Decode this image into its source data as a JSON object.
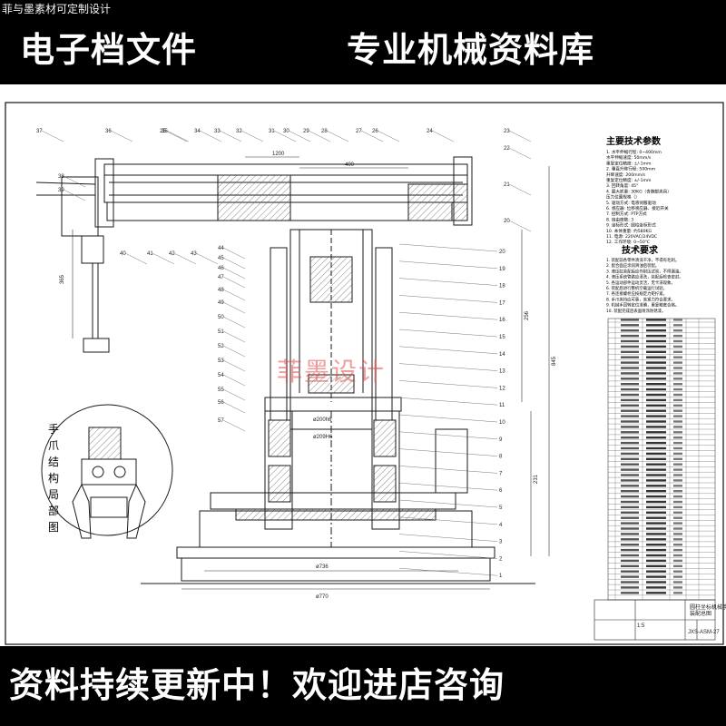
{
  "watermark_top": "菲与墨素材可定制设计",
  "banner_title_left": "电子档文件",
  "banner_title_right": "专业机械资料库",
  "banner_bottom": "资料持续更新中！欢迎进店咨询",
  "center_watermark": "菲墨设计",
  "spec_title": "主要技术参数",
  "req_title": "技术要求",
  "detail_label": "手爪结构局部图",
  "colors": {
    "banner_bg": "#000000",
    "banner_text": "#ffffff",
    "line": "#1a1a1a",
    "hatch": "#555555",
    "watermark": "#e24c4c"
  },
  "dims": {
    "d1": "1200",
    "d2": "400",
    "d3": "365",
    "d4": "256",
    "d5": "845",
    "d6": "231",
    "d7": "ø736",
    "d8": "ø770",
    "d9": "ø200h6",
    "d10": "ø209H6"
  },
  "specs": [
    "1. 水平伸缩行程:   0~400mm",
    "     水平伸缩速度:   50mm/s",
    "     重复定位精度:   ±/-1mm",
    "2. 垂直升降行程:   500mm",
    "     升降速度:   200mm/s",
    "     重复定位精度:   ±/-1mm",
    "3. 回转角度:   45°",
    "4. 最大抓重:   30KG（含腕部夹具）",
    "           压力位置规格（）",
    "5. 驱动方式:   电液伺服驱动",
    "6. 感应器:   位移感应器、接近开关",
    "7. 控制方式:   PTP方式",
    "8. 自由度数:   3",
    "9. 坐标形式:   圆柱坐标形式",
    "10. 本体重量:   约580KG",
    "11. 电源:   220VAC/24VDC",
    "12. 工作环境:   0~50℃"
  ],
  "requirements": [
    "1. 装配前各零件清洗干净，不得有毛刺。",
    "2. 配合面应涂润滑油后装配。",
    "3. 液压缸装配后应作耐压试验，不得漏油。",
    "4. 液压系统管路应清洗，装配后检查密封。",
    "5. 各运动部件运动灵活，无卡滞现象。",
    "6. 装配后进行整机空载运行试验。",
    "7. 各连接螺栓应按规定力矩拧紧。",
    "8. 手爪夹持应可靠，夹紧力符合要求。",
    "9. 机械手回转定位准确，重复精度合格。",
    "10. 装配完成后表面喷涂防锈漆。"
  ],
  "parts_left": [
    "37",
    "38",
    "39",
    "36",
    "35",
    "34",
    "33",
    "32",
    "31",
    "30",
    "29",
    "28",
    "27",
    "26",
    "25",
    "24",
    "23",
    "22",
    "21",
    "20",
    "40",
    "41",
    "42",
    "43",
    "44",
    "45",
    "46",
    "47",
    "48",
    "49",
    "50",
    "51",
    "52",
    "53",
    "54",
    "55",
    "56",
    "57"
  ],
  "parts_right": [
    "20",
    "19",
    "18",
    "17",
    "16",
    "15",
    "14",
    "13",
    "12",
    "11",
    "10",
    "9",
    "8",
    "7",
    "6",
    "5",
    "4",
    "3",
    "2",
    "1"
  ],
  "title_block": {
    "name": "圆柱坐标机械手",
    "sub": "装配总图",
    "scale": "1:5",
    "drawing_no": "JXS-ASM-27"
  }
}
